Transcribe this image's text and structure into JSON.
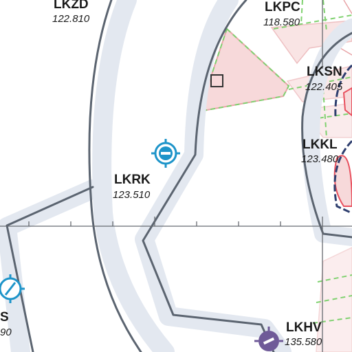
{
  "map": {
    "colors": {
      "background": "#ffffff",
      "boundary_halo": "#e3e8f0",
      "boundary_line": "#5b6470",
      "airspace_fill": "#f7d9da",
      "airspace_edge": "#e8a5a8",
      "airspace_dash": "#7fd16f",
      "danger_red": "#e8505e",
      "navy": "#2e3e6e",
      "airport_blue": "#1d94c9",
      "airport_purple": "#6f5a98"
    },
    "airports": [
      {
        "code": "LKZD",
        "frequency": "122.810"
      },
      {
        "code": "LKPC",
        "frequency": "118.580"
      },
      {
        "code": "LKSN",
        "frequency": "122.405"
      },
      {
        "code": "LKKL",
        "frequency": "123.480"
      },
      {
        "code": "LKRK",
        "frequency": "123.510",
        "symbol": "airport-blue-icon"
      },
      {
        "code": "S",
        "frequency": "90",
        "symbol": "airport-blue-icon"
      },
      {
        "code": "LKHV",
        "frequency": "135.580",
        "symbol": "airport-purple-icon"
      }
    ]
  }
}
